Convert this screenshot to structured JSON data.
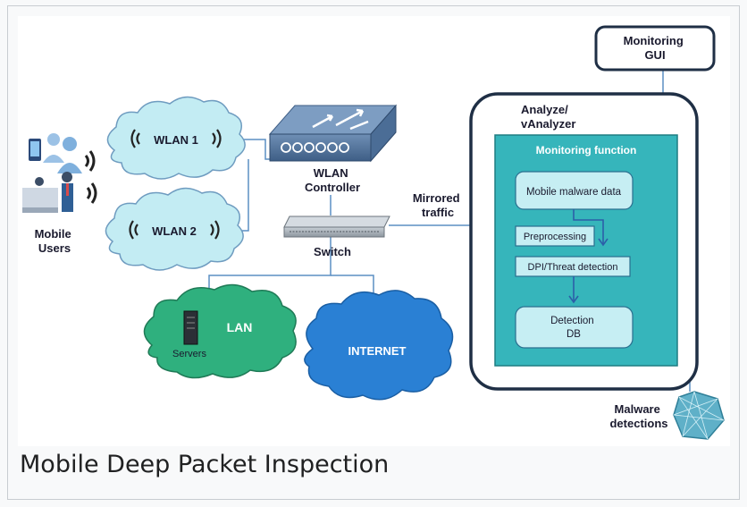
{
  "caption": "Mobile Deep Packet Inspection",
  "labels": {
    "mobile_users": [
      "Mobile",
      "Users"
    ],
    "wlan1": "WLAN 1",
    "wlan2": "WLAN 2",
    "wlan_controller": [
      "WLAN",
      "Controller"
    ],
    "switch": "Switch",
    "mirrored_traffic": [
      "Mirrored",
      "traffic"
    ],
    "lan": "LAN",
    "servers": "Servers",
    "internet": "INTERNET",
    "analyzer": [
      "Analyze/",
      "vAnalyzer"
    ],
    "monitoring_function": "Monitoring function",
    "mobile_malware_data": "Mobile malware data",
    "preprocessing": "Preprocessing",
    "dpi": "DPI/Threat detection",
    "detection_db": [
      "Detection",
      "DB"
    ],
    "monitoring_gui": [
      "Monitoring",
      "GUI"
    ],
    "malware_detections": [
      "Malware",
      "detections"
    ]
  },
  "colors": {
    "cloud": "#c3ecf3",
    "lan_cloud": "#2fb07e",
    "internet_cloud": "#2a80d4",
    "monitor_box": "#36b5bb",
    "inner_box": "#c6eef3",
    "line": "#5b8fc4",
    "text_dark": "#1a1a2e"
  }
}
